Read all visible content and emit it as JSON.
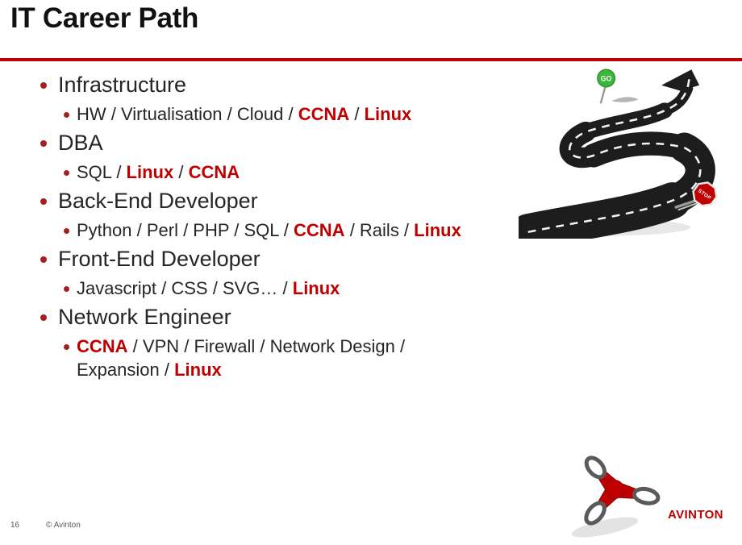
{
  "slide": {
    "title": "IT Career Path",
    "footer": {
      "page_number": "16",
      "copyright": "© Avinton"
    },
    "brand": "AVINTON",
    "colors": {
      "accent": "#C00000",
      "text": "#262626",
      "bullet": "#A32020",
      "road": "#1d1d1d",
      "go_green": "#3BB83B",
      "footer_text": "#595959"
    }
  },
  "career_list": {
    "items": [
      {
        "role": "Infrastructure",
        "skills": [
          {
            "text": "HW / Virtualisation / Cloud / "
          },
          {
            "text": "CCNA",
            "highlight": true
          },
          {
            "text": " / "
          },
          {
            "text": "Linux",
            "highlight": true
          }
        ]
      },
      {
        "role": "DBA",
        "skills": [
          {
            "text": "SQL / "
          },
          {
            "text": "Linux",
            "highlight": true
          },
          {
            "text": " / "
          },
          {
            "text": "CCNA",
            "highlight": true
          }
        ]
      },
      {
        "role": "Back-End Developer",
        "skills": [
          {
            "text": "Python / Perl / PHP / SQL / "
          },
          {
            "text": "CCNA",
            "highlight": true
          },
          {
            "text": " / Rails / "
          },
          {
            "text": "Linux",
            "highlight": true
          }
        ]
      },
      {
        "role": "Front-End Developer",
        "skills": [
          {
            "text": "Javascript / CSS / SVG… / "
          },
          {
            "text": "Linux",
            "highlight": true
          }
        ]
      },
      {
        "role": "Network Engineer",
        "skills": [
          {
            "text": "CCNA",
            "highlight": true
          },
          {
            "text": " / VPN / Firewall / Network Design / Expansion / "
          },
          {
            "text": "Linux",
            "highlight": true
          }
        ]
      }
    ]
  },
  "illustration": {
    "go_sign_label": "GO",
    "stop_sign_label": "STOP"
  }
}
